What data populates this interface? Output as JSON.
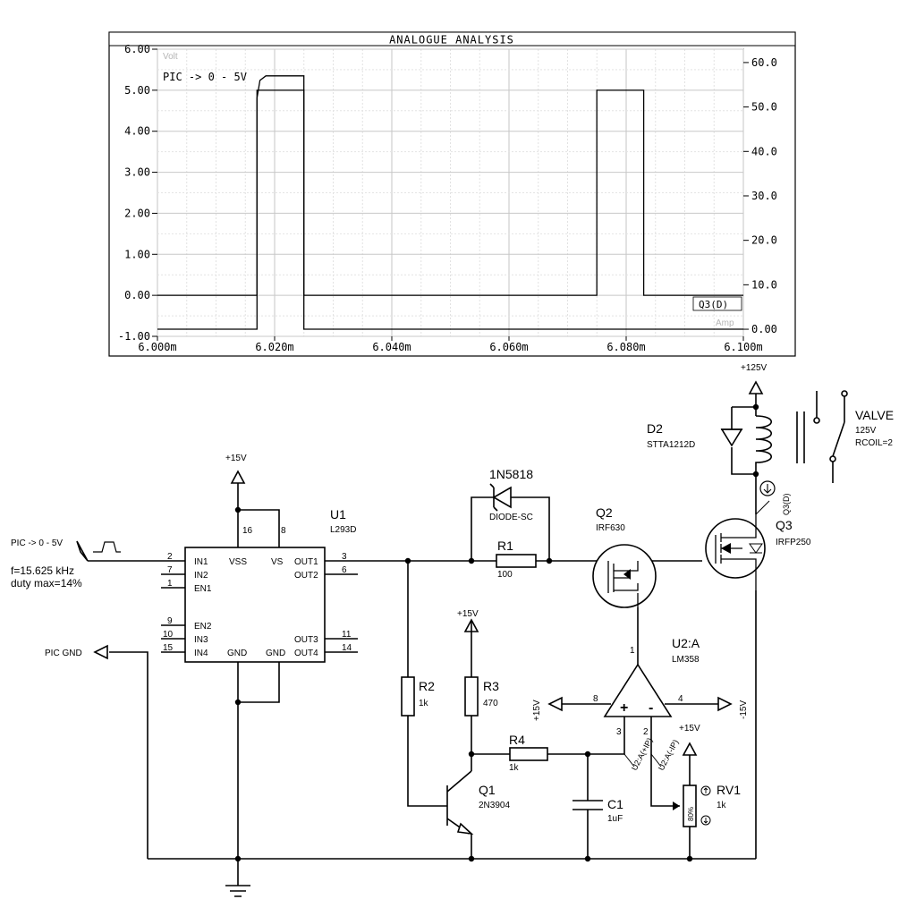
{
  "analysis": {
    "title": "ANALOGUE ANALYSIS",
    "left_unit": "Volt",
    "right_unit": "Amp",
    "left_trace_label": "PIC -> 0 - 5V",
    "right_trace_label": "Q3(D)",
    "left_ticks": [
      "6.00",
      "5.00",
      "4.00",
      "3.00",
      "2.00",
      "1.00",
      "0.00",
      "-1.00"
    ],
    "right_ticks": [
      "60.0",
      "50.0",
      "40.0",
      "30.0",
      "20.0",
      "10.0",
      "0.00"
    ],
    "x_ticks": [
      "6.000m",
      "6.020m",
      "6.040m",
      "6.060m",
      "6.080m",
      "6.100m"
    ]
  },
  "chart_data": {
    "type": "line",
    "title": "ANALOGUE ANALYSIS",
    "xlim": [
      0.006,
      0.0061
    ],
    "ylim": [
      -1,
      6
    ],
    "y2lim": [
      -1.6,
      63
    ],
    "series": [
      {
        "name": "PIC -> 0 - 5V",
        "axis": "left",
        "x": [
          0.006,
          0.006017,
          0.006017,
          0.006025,
          0.006025,
          0.006075,
          0.006075,
          0.006083,
          0.006083,
          0.0061
        ],
        "y": [
          0,
          0,
          5,
          5,
          0,
          0,
          5,
          5,
          0,
          0
        ]
      },
      {
        "name": "Q3(D)",
        "axis": "right",
        "x": [
          0.006,
          0.006017,
          0.006017,
          0.0060175,
          0.0060185,
          0.006025,
          0.006025,
          0.0061
        ],
        "y": [
          0,
          0,
          52,
          56,
          57,
          57,
          0,
          0
        ]
      }
    ]
  },
  "schematic": {
    "pwr_u1": "+15V",
    "pwr_r3": "+15V",
    "pwr_valve": "+125V",
    "pwr_rv1": "+15V",
    "pwr_opamp_pos": "+15V",
    "pwr_opamp_neg": "-15V",
    "pic_input": "PIC -> 0 - 5V",
    "pic_freq": "f=15.625 kHz",
    "pic_duty": "duty max=14%",
    "pic_gnd": "PIC GND",
    "u1_ref": "U1",
    "u1_part": "L293D",
    "u1_pins": {
      "in1": "IN1",
      "in2": "IN2",
      "en1": "EN1",
      "en2": "EN2",
      "in3": "IN3",
      "in4": "IN4",
      "vss": "VSS",
      "vs": "VS",
      "out1": "OUT1",
      "out2": "OUT2",
      "out3": "OUT3",
      "out4": "OUT4",
      "gnd1": "GND",
      "gnd2": "GND"
    },
    "u1_pin_numbers": {
      "p2": "2",
      "p7": "7",
      "p1": "1",
      "p9": "9",
      "p10": "10",
      "p15": "15",
      "p16": "16",
      "p8": "8",
      "p3": "3",
      "p6": "6",
      "p11": "11",
      "p14": "14"
    },
    "d1_ref": "1N5818",
    "d1_model": "DIODE-SC",
    "r1_ref": "R1",
    "r1_value": "100",
    "q2_ref": "Q2",
    "q2_part": "IRF630",
    "d2_ref": "D2",
    "d2_part": "STTA1212D",
    "valve_ref": "VALVE",
    "valve_voltage": "125V",
    "valve_rcoil": "RCOIL=2",
    "q3_ref": "Q3",
    "q3_part": "IRFP250",
    "q3_probe": "Q3(D)",
    "u2_ref": "U2:A",
    "u2_part": "LM358",
    "u2_pin_out": "1",
    "u2_pin_vp": "8",
    "u2_pin_vn": "4",
    "u2_pin_inp": "3",
    "u2_pin_inn": "2",
    "u2_plus": "+",
    "u2_minus": "-",
    "u2_probe_p": "U2:A(+IP)",
    "u2_probe_n": "U2:A(-IP)",
    "r2_ref": "R2",
    "r2_value": "1k",
    "r3_ref": "R3",
    "r3_value": "470",
    "r4_ref": "R4",
    "r4_value": "1k",
    "q1_ref": "Q1",
    "q1_part": "2N3904",
    "c1_ref": "C1",
    "c1_value": "1uF",
    "rv1_ref": "RV1",
    "rv1_value": "1k",
    "rv1_setting": "80%"
  }
}
